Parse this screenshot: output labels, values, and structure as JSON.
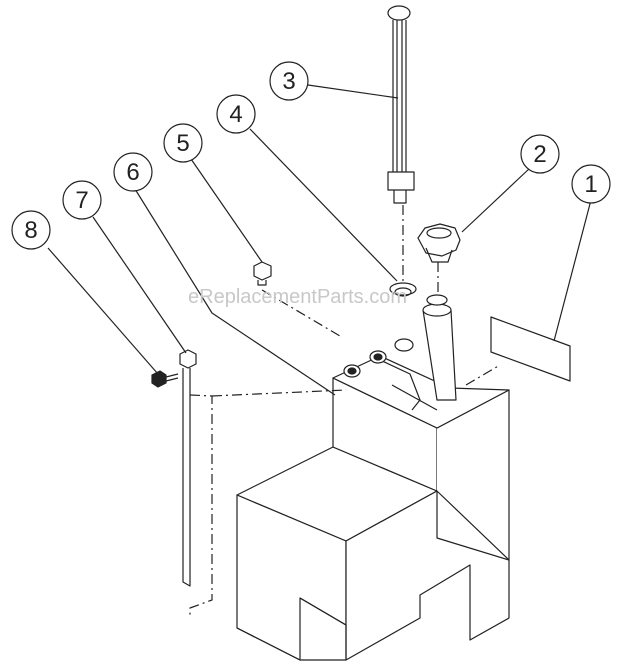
{
  "watermark": "eReplacementParts.com",
  "callouts": [
    {
      "label": "1"
    },
    {
      "label": "2"
    },
    {
      "label": "3"
    },
    {
      "label": "4"
    },
    {
      "label": "5"
    },
    {
      "label": "6"
    },
    {
      "label": "7"
    },
    {
      "label": "8"
    }
  ],
  "colors": {
    "line": "#222222",
    "watermark": "#c8c8c8",
    "background": "#ffffff"
  }
}
